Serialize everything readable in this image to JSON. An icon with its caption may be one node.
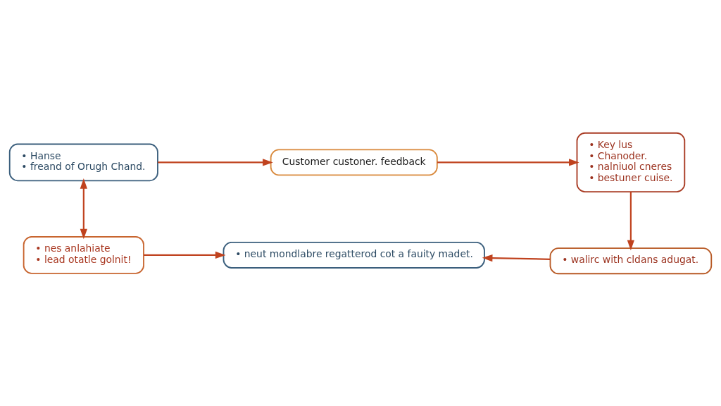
{
  "diagram": {
    "nodes": [
      {
        "text": [
          "• Hanse",
          "• freand of Orugh Chand."
        ]
      },
      {
        "text": [
          "Customer custoner. feedback"
        ]
      },
      {
        "text": [
          "• Key lus",
          "• Chanoder.",
          "• nalniuol cneres",
          "• bestuner cuise."
        ]
      },
      {
        "text": [
          "• nes anlahiate",
          "• lead otatle golnit!"
        ]
      },
      {
        "text": [
          "• walirc with cldans adugat."
        ]
      },
      {
        "text": [
          "• neut mondlabre regatterod cot a fauity madet."
        ]
      }
    ],
    "edges": [
      {
        "from": 0,
        "to": 1,
        "arrow": "to"
      },
      {
        "from": 1,
        "to": 2,
        "arrow": "to"
      },
      {
        "from": 2,
        "to": 4,
        "arrow": "to"
      },
      {
        "from": 4,
        "to": 5,
        "arrow": "to"
      },
      {
        "from": 3,
        "to": 5,
        "arrow": "to"
      },
      {
        "from": 0,
        "to": 3,
        "arrow": "both"
      }
    ]
  }
}
